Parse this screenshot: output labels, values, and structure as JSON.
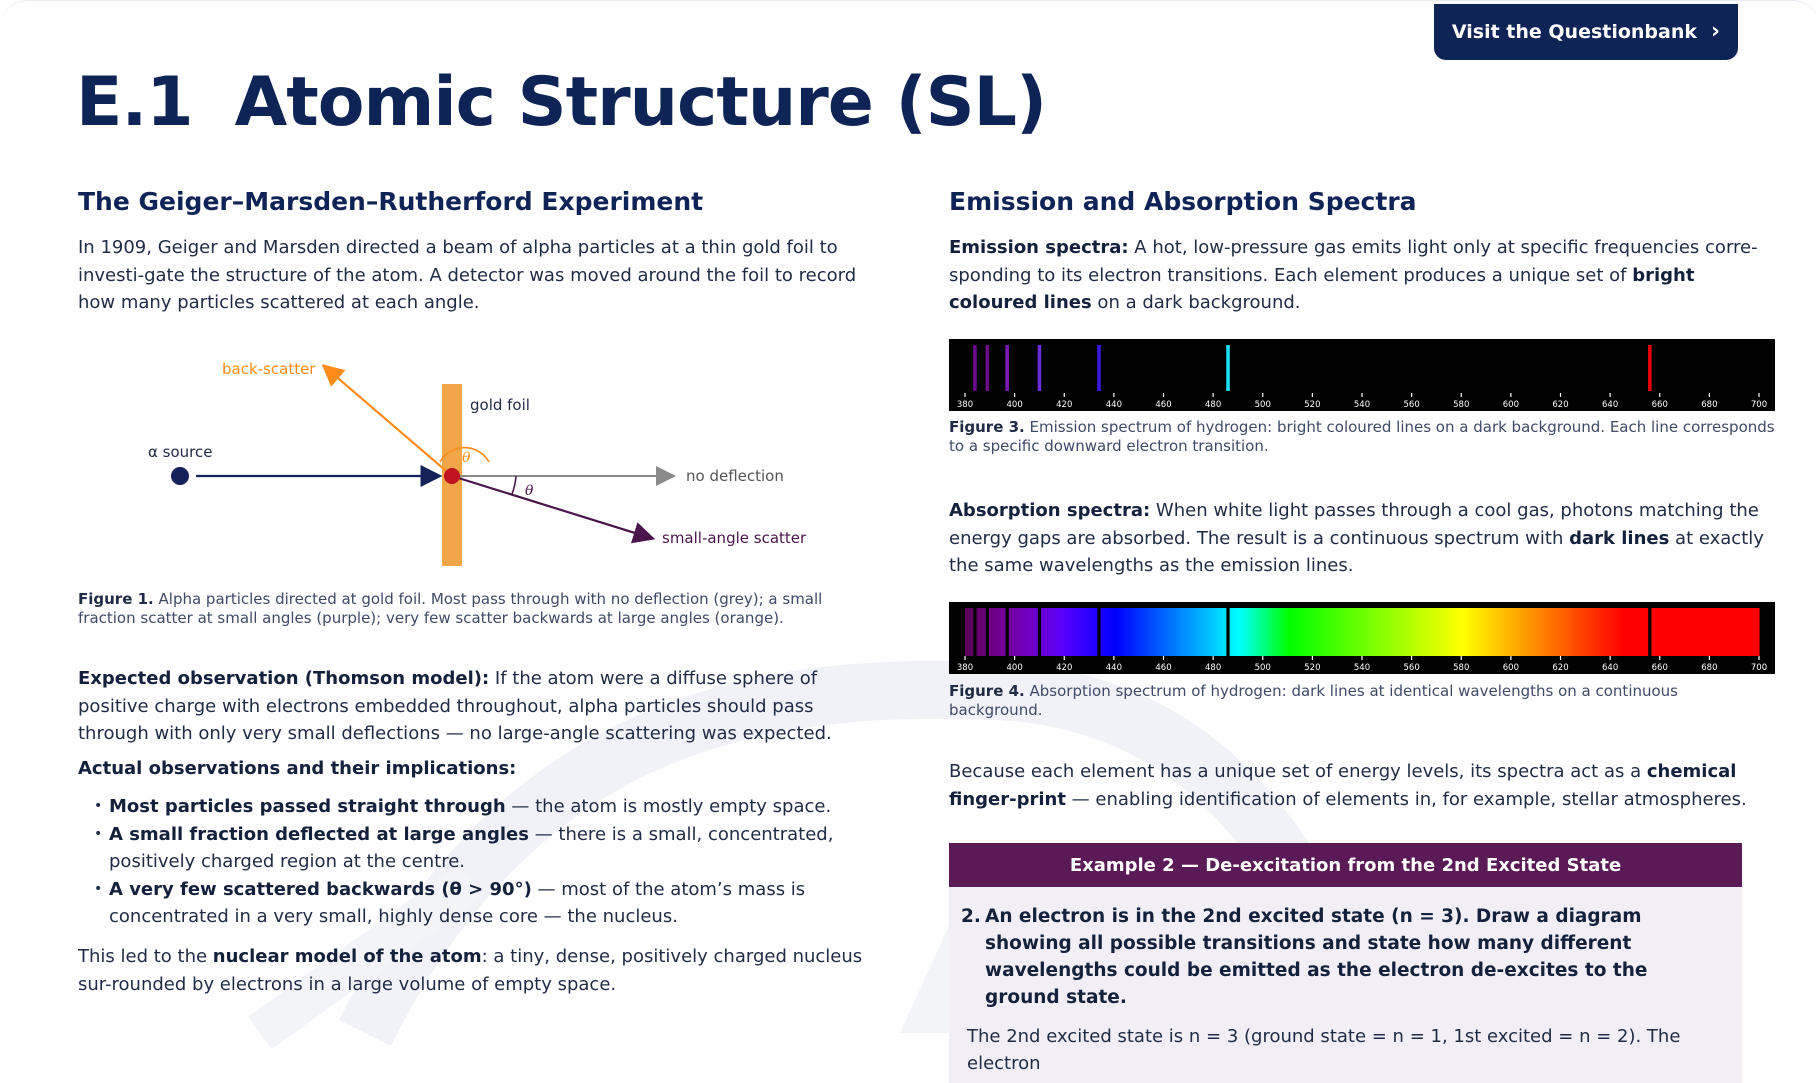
{
  "header": {
    "button_label": "Visit the Questionbank",
    "chevron_glyph": "›",
    "title_number": "E.1",
    "title_text": "Atomic Structure (SL)"
  },
  "left": {
    "heading": "The Geiger–Marsden–Rutherford Experiment",
    "intro": "In 1909, Geiger and Marsden directed a beam of alpha particles at a thin gold foil to investi-gate the structure of the atom. A detector was moved around the foil to record how many particles scattered at each angle.",
    "diagram": {
      "back_scatter": "back-scatter",
      "gold_foil": "gold foil",
      "alpha_source": "α source",
      "theta": "θ",
      "no_deflection": "no deflection",
      "small_angle": "small-angle scatter",
      "colors": {
        "navy": "#13235a",
        "orange": "#ff8c1a",
        "grey": "#8a8a8a",
        "purple": "#4a154b",
        "foil": "#f2a64a",
        "nucleus": "#c0121f"
      }
    },
    "figure1": {
      "label": "Figure 1.",
      "text": "Alpha particles directed at gold foil. Most pass through with no deflection (grey); a small fraction scatter at small angles (purple); very few scatter backwards at large angles (orange)."
    },
    "thomson": {
      "lead": "Expected observation (Thomson model):",
      "text": " If the atom were a diffuse sphere of positive charge with electrons embedded throughout, alpha particles should pass through with only very small deflections — no large-angle scattering was expected."
    },
    "actual_heading": "Actual observations and their implications:",
    "observations": [
      {
        "lead": "Most particles passed straight through",
        "text": " — the atom is mostly empty space."
      },
      {
        "lead": "A small fraction deflected at large angles",
        "text": " — there is a small, concentrated, positively charged region at the centre."
      },
      {
        "lead": "A very few scattered backwards (θ > 90°)",
        "text": " — most of the atom’s mass is concentrated in a very small, highly dense core — the nucleus."
      }
    ],
    "nuclear": {
      "pre": "This led to the ",
      "bold": "nuclear model of the atom",
      "post": ": a tiny, dense, positively charged nucleus sur-rounded by electrons in a large volume of empty space."
    }
  },
  "right": {
    "heading": "Emission and Absorption Spectra",
    "emission": {
      "lead": "Emission spectra:",
      "text1": " A hot, low-pressure gas emits light only at specific frequencies corre-sponding to its electron transitions. Each element produces a unique set of ",
      "bold": "bright coloured lines",
      "text2": " on a dark background."
    },
    "spectrum": {
      "ticks": [
        "380",
        "400",
        "420",
        "440",
        "460",
        "480",
        "500",
        "520",
        "540",
        "560",
        "580",
        "600",
        "620",
        "640",
        "660",
        "680",
        "700"
      ],
      "lines_nm": [
        384,
        389,
        397,
        410,
        434,
        486,
        656
      ],
      "line_colors": [
        "#6a0d8a",
        "#6a0d8a",
        "#7a1ab0",
        "#6a2bd8",
        "#3a18d8",
        "#18e0f0",
        "#e80010"
      ]
    },
    "figure3": {
      "label": "Figure 3.",
      "text": "Emission spectrum of hydrogen: bright coloured lines on a dark background. Each line corresponds to a specific downward electron transition."
    },
    "absorption": {
      "lead": "Absorption spectra:",
      "text1": " When white light passes through a cool gas, photons matching the energy gaps are absorbed. The result is a continuous spectrum with ",
      "bold": "dark lines",
      "text2": " at exactly the same wavelengths as the emission lines."
    },
    "figure4": {
      "label": "Figure 4.",
      "text": "Absorption spectrum of hydrogen: dark lines at identical wavelengths on a continuous background."
    },
    "chemical": {
      "pre": "Because each element has a unique set of energy levels, its spectra act as a ",
      "bold": "chemical finger-print",
      "post": " — enabling identification of elements in, for example, stellar atmospheres."
    },
    "example": {
      "title": "Example 2 — De-excitation from the 2nd Excited State",
      "q_number": "2.",
      "question": "An electron is in the 2nd excited state (n = 3). Draw a diagram showing all possible transitions and state how many different wavelengths could be emitted as the electron de-excites to the ground state.",
      "answer": "The 2nd excited state is n = 3 (ground state = n = 1, 1st excited = n = 2). The electron"
    }
  }
}
